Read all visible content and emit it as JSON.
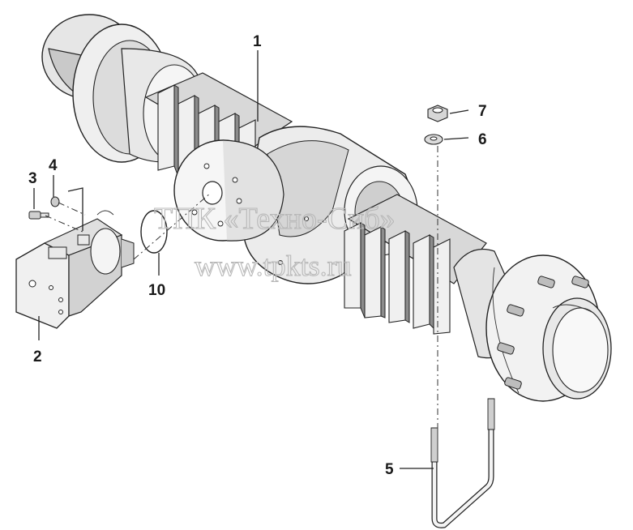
{
  "callouts": {
    "c1": "1",
    "c2": "2",
    "c3": "3",
    "c4": "4",
    "c5": "5",
    "c6": "6",
    "c7": "7",
    "c10": "10"
  },
  "watermark": {
    "line1": "ТПК «Техно-Сиб»",
    "line2": "www.tpkts.ru"
  },
  "colors": {
    "line": "#222222",
    "light": "#f2f2f2",
    "mid": "#d4d4d4",
    "dark": "#9a9a9a",
    "watermark": "#b8b8b8"
  }
}
